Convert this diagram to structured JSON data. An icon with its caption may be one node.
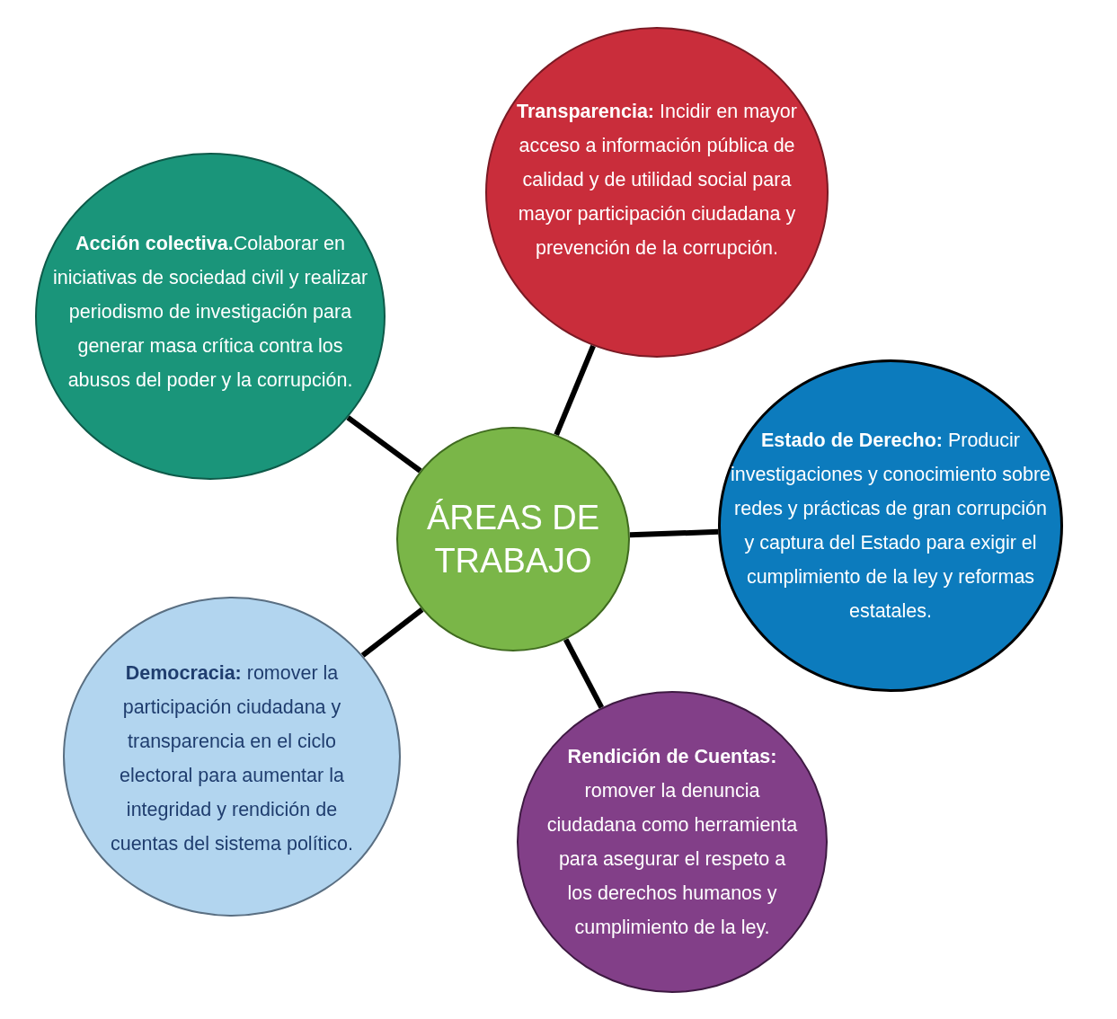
{
  "diagram": {
    "nodes": [
      {
        "text": [
          "**Transparencia:** Incidir en mayor acceso a información pública de calidad y de utilidad social para mayor participación ciudadana y prevención de la corrupción."
        ]
      },
      {
        "text": [
          "**Acción colectiva.**Colaborar en iniciativas de sociedad civil y realizar periodismo de investigación para generar masa crítica contra los abusos del poder y la corrupción."
        ]
      },
      {
        "text": [
          "ÁREAS DE TRABAJO"
        ]
      },
      {
        "text": [
          "**Estado de Derecho:** Producir investigaciones y conocimiento sobre redes y prácticas de gran corrupción y captura del Estado para exigir el cumplimiento de la ley y reformas estatales."
        ]
      },
      {
        "text": [
          "**Democracia:** romover la participación ciudadana y transparencia en el ciclo electoral para aumentar la integridad y rendición de cuentas del sistema político."
        ]
      },
      {
        "text": [
          "**Rendición de Cuentas:** romover la denuncia ciudadana como herramienta para asegurar el respeto a los derechos humanos y cumplimiento de la ley."
        ]
      }
    ],
    "edges": [
      {
        "from": 2,
        "to": 0,
        "arrow": "none"
      },
      {
        "from": 2,
        "to": 1,
        "arrow": "none"
      },
      {
        "from": 2,
        "to": 3,
        "arrow": "none"
      },
      {
        "from": 2,
        "to": 4,
        "arrow": "none"
      },
      {
        "from": 2,
        "to": 5,
        "arrow": "none"
      }
    ]
  }
}
